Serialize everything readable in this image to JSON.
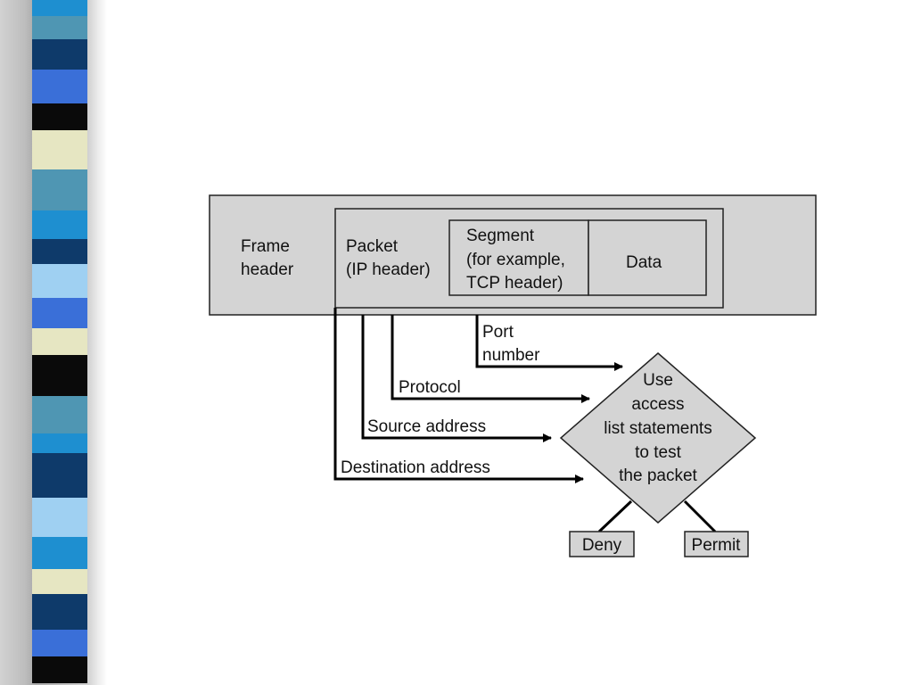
{
  "decor": {
    "bands": [
      {
        "color": "#1e8fd0"
      },
      {
        "color": "#4f96b3"
      },
      {
        "color": "#0e3a6a"
      },
      {
        "color": "#3a6fd8"
      },
      {
        "color": "#0a0a0a"
      },
      {
        "color": "#e6e6c2"
      },
      {
        "color": "#4f96b3"
      },
      {
        "color": "#1e8fd0"
      },
      {
        "color": "#0e3a6a"
      },
      {
        "color": "#9fd0f2"
      },
      {
        "color": "#3a6fd8"
      },
      {
        "color": "#e6e6c2"
      },
      {
        "color": "#0a0a0a"
      },
      {
        "color": "#4f96b3"
      },
      {
        "color": "#1e8fd0"
      },
      {
        "color": "#0e3a6a"
      },
      {
        "color": "#9fd0f2"
      },
      {
        "color": "#1e8fd0"
      },
      {
        "color": "#e6e6c2"
      },
      {
        "color": "#0e3a6a"
      },
      {
        "color": "#3a6fd8"
      },
      {
        "color": "#0a0a0a"
      }
    ]
  },
  "diagram": {
    "frame_header": [
      "Frame",
      "header"
    ],
    "packet": [
      "Packet",
      "(IP header)"
    ],
    "segment": [
      "Segment",
      "(for example,",
      "TCP header)"
    ],
    "data": "Data",
    "fields": {
      "port": [
        "Port",
        "number"
      ],
      "protocol": "Protocol",
      "source": "Source address",
      "destination": "Destination address"
    },
    "decision": [
      "Use",
      "access",
      "list statements",
      "to test",
      "the packet"
    ],
    "outcomes": {
      "deny": "Deny",
      "permit": "Permit"
    },
    "colors": {
      "box_fill": "#d4d4d4",
      "stroke": "#222222",
      "arrow": "#000000"
    }
  }
}
